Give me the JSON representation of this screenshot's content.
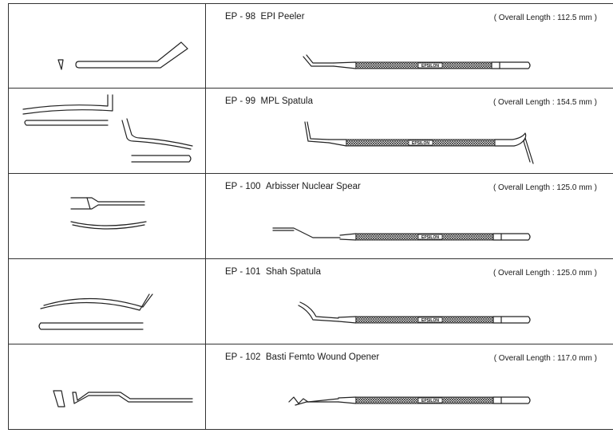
{
  "brand": "EPSILON",
  "instruments": [
    {
      "code": "EP - 98",
      "name": "EPI Peeler",
      "length": "( Overall Length : 112.5 mm )"
    },
    {
      "code": "EP - 99",
      "name": "MPL Spatula",
      "length": "( Overall Length : 154.5 mm )"
    },
    {
      "code": "EP - 100",
      "name": "Arbisser Nuclear Spear",
      "length": "( Overall Length : 125.0 mm )"
    },
    {
      "code": "EP - 101",
      "name": "Shah Spatula",
      "length": "( Overall Length : 125.0 mm )"
    },
    {
      "code": "EP - 102",
      "name": "Basti Femto Wound Opener",
      "length": "( Overall Length : 117.0 mm )"
    }
  ],
  "icons": [
    "instrument-detail-drawing",
    "instrument-handle-drawing"
  ]
}
